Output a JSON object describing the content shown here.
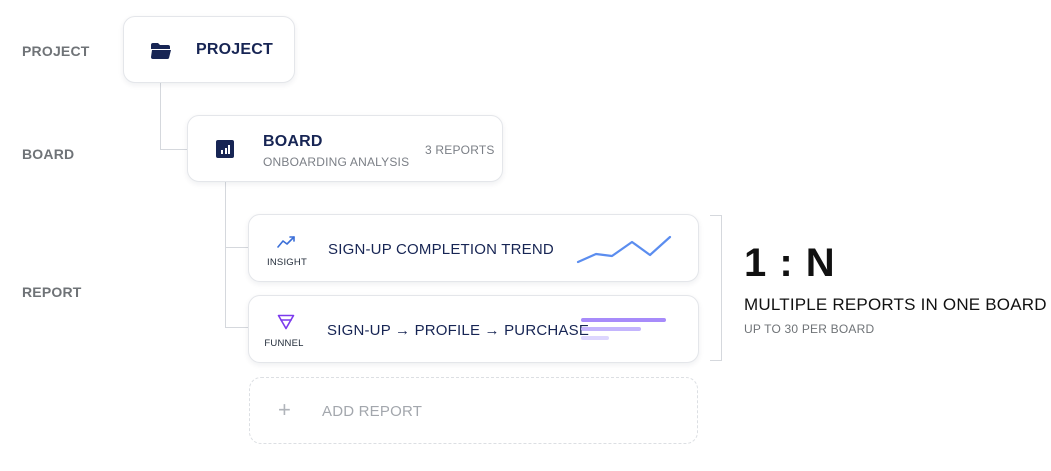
{
  "levels": {
    "project": "PROJECT",
    "board": "BOARD",
    "report": "REPORT"
  },
  "project_card": {
    "title": "PROJECT",
    "icon": "folder-icon"
  },
  "board_card": {
    "title": "BOARD",
    "subtitle": "ONBOARDING ANALYSIS",
    "count": "3 REPORTS",
    "icon": "bar-chart-icon"
  },
  "reports": [
    {
      "type": "INSIGHT",
      "title": "SIGN-UP COMPLETION TREND",
      "icon": "trend-icon",
      "preview": "line-sparkline"
    },
    {
      "type": "FUNNEL",
      "title": "SIGN-UP → PROFILE → PURCHASE",
      "icon": "funnel-icon",
      "preview": "funnel-bars"
    }
  ],
  "add_report": {
    "label": "ADD REPORT",
    "icon": "plus-icon"
  },
  "relation": {
    "ratio": "1 : N",
    "description": "MULTIPLE REPORTS IN ONE BOARD",
    "note": "UP TO 30 PER BOARD"
  },
  "colors": {
    "navy": "#172554",
    "insight_blue": "#5b8def",
    "funnel_purple": "#8b5cf6",
    "label_gray": "#6f7377"
  }
}
